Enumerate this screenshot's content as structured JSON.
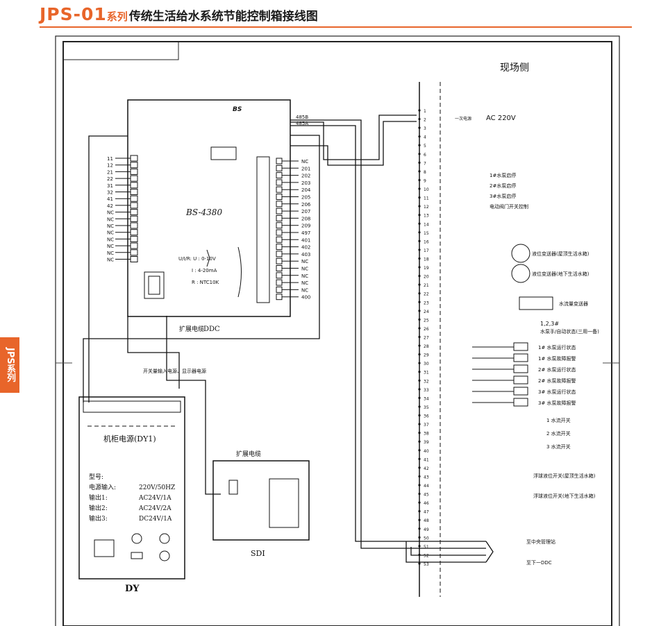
{
  "header": {
    "model": "JPS-01",
    "series": "系列",
    "description": "传统生活给水系统节能控制箱接线图"
  },
  "side_tab": "JPS系列",
  "ddc": {
    "model": "BS-4380",
    "caption": "DDC",
    "expansion_label": "扩展电缆",
    "spec_lines": [
      "U/I/R: U : 0-10V",
      "I : 4-20mA",
      "R : NTC10K"
    ],
    "terminals_right": [
      "NC",
      "201",
      "202",
      "203",
      "204",
      "205",
      "206",
      "207",
      "208",
      "209",
      "497",
      "401",
      "402",
      "403",
      "NC",
      "NC",
      "NC",
      "NC",
      "NC",
      "400"
    ],
    "terminals_left": [
      "11",
      "12",
      "21",
      "22",
      "31",
      "32",
      "41",
      "42",
      "NC",
      "NC",
      "NC",
      "NC",
      "NC",
      "NC",
      "NC",
      "NC"
    ],
    "comm": [
      "485B",
      "485A"
    ]
  },
  "power": {
    "caption": "DY",
    "title": "机柜电源(DY1)",
    "spec": [
      {
        "label": "型号:",
        "value": ""
      },
      {
        "label": "电源输入:",
        "value": "220V/50HZ"
      },
      {
        "label": "输出1:",
        "value": "AC24V/1A"
      },
      {
        "label": "输出2:",
        "value": "AC24V/2A"
      },
      {
        "label": "输出3:",
        "value": "DC24V/1A"
      }
    ],
    "feed_label": "开关量输入电源、显示器电源"
  },
  "sdi": {
    "caption": "SDI",
    "expansion_label": "扩展电缆"
  },
  "field": {
    "title": "现场侧",
    "power_supply": "AC 220V",
    "power_note": "一次电源",
    "terminal_nums": [
      "1",
      "2",
      "3",
      "4",
      "5",
      "6",
      "7",
      "8",
      "9",
      "10",
      "11",
      "12",
      "13",
      "14",
      "15",
      "16",
      "17",
      "18",
      "19",
      "20",
      "21",
      "22",
      "23",
      "24",
      "25",
      "26",
      "27",
      "28",
      "29",
      "30",
      "31",
      "32",
      "33",
      "34",
      "35",
      "36",
      "37",
      "38",
      "39",
      "40",
      "41",
      "42",
      "43",
      "44",
      "45",
      "46",
      "47",
      "48",
      "49",
      "50",
      "51",
      "52",
      "53"
    ],
    "start_signals": [
      "1#水泵启停",
      "2#水泵启停",
      "3#水泵启停",
      "电动阀门开关控制"
    ],
    "sensor_labels": [
      "液位变送器(屋顶生活水箱)",
      "液位变送器(地下生活水箱)",
      "水流量变送器"
    ],
    "status_header": "1,2,3#",
    "status_sub": "水泵手/自动状态(三用一备)",
    "status_items": [
      "1# 水泵运行状态",
      "1# 水泵故障报警",
      "2# 水泵运行状态",
      "2# 水泵故障报警",
      "3# 水泵运行状态",
      "3# 水泵故障报警"
    ],
    "switch_items": [
      "1 水流开关",
      "2 水流开关",
      "3 水流开关"
    ],
    "float_items": [
      "浮球液位开关(屋顶生活水箱)",
      "浮球液位开关(地下生活水箱)"
    ],
    "comm_targets": [
      "至中央管理站",
      "至下一DDC"
    ]
  }
}
